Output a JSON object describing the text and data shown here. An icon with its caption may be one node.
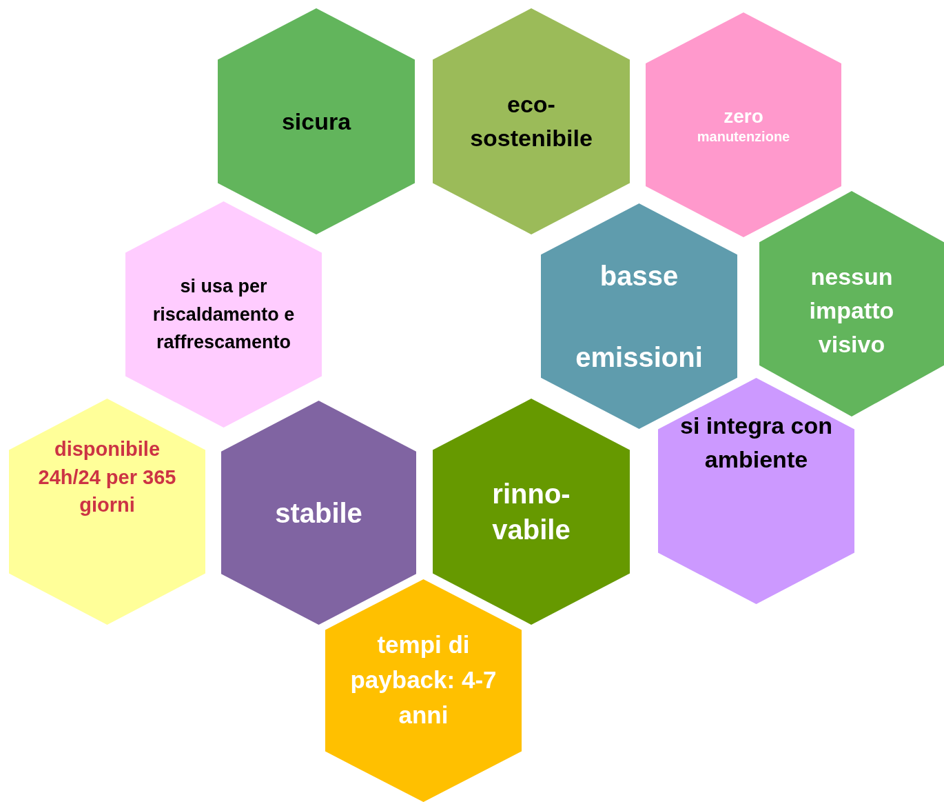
{
  "diagram": {
    "nodes": [
      {
        "text": [
          "sicura"
        ]
      },
      {
        "text": [
          "eco-sostenibile"
        ]
      },
      {
        "text": [
          "zero",
          "manutenzione"
        ]
      },
      {
        "text": [
          "si usa per riscaldamento e raffrescamento"
        ]
      },
      {
        "text": [
          "basse",
          "emissioni"
        ]
      },
      {
        "text": [
          "nessun impatto visivo"
        ]
      },
      {
        "text": [
          "disponibile 24h/24 per 365 giorni"
        ]
      },
      {
        "text": [
          "stabile"
        ]
      },
      {
        "text": [
          "rinno-vabile"
        ]
      },
      {
        "text": [
          "si integra con ambiente"
        ]
      },
      {
        "text": [
          "tempi di payback: 4-7 anni"
        ]
      }
    ]
  }
}
